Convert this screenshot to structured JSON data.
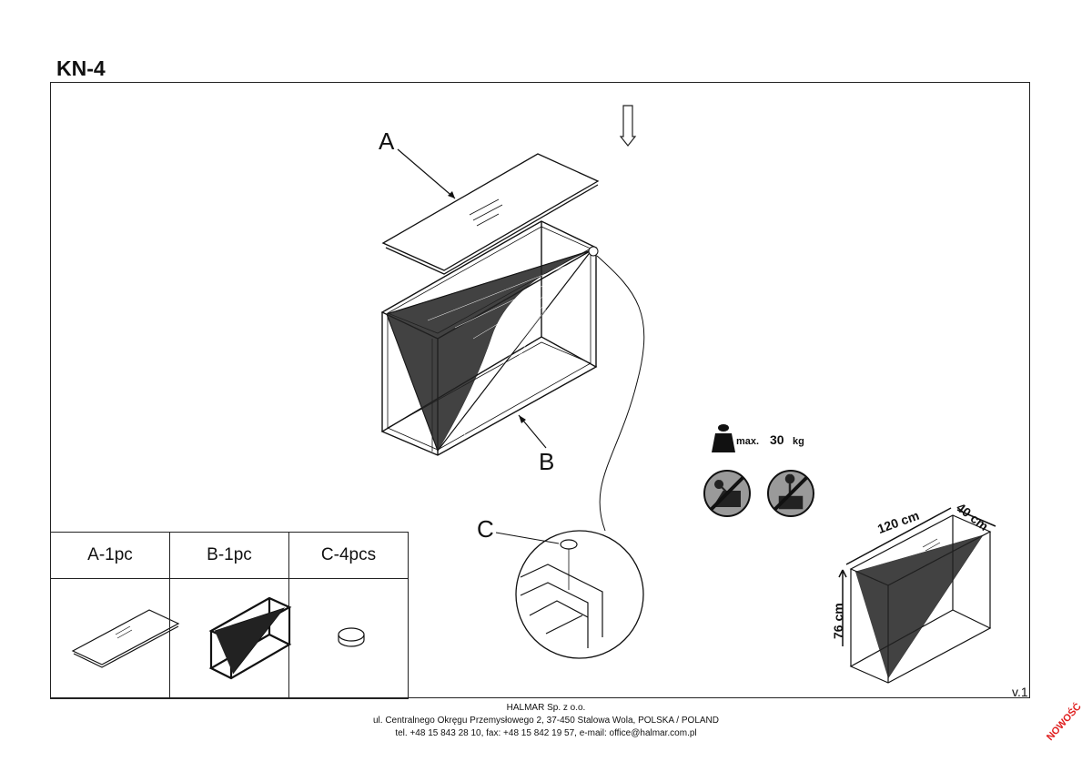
{
  "title": "KN-4",
  "labels": {
    "a": "A",
    "b": "B",
    "c": "C"
  },
  "load": {
    "prefix": "max.",
    "value": "30",
    "unit": "kg"
  },
  "parts": [
    {
      "label": "A-1pc",
      "icon": "glass-top-icon"
    },
    {
      "label": "B-1pc",
      "icon": "frame-icon"
    },
    {
      "label": "C-4pcs",
      "icon": "pad-icon"
    }
  ],
  "dimensions": {
    "width": "120 cm",
    "depth": "40 cm",
    "height": "76 cm"
  },
  "version": "v.1",
  "footer": {
    "company": "HALMAR Sp. z o.o.",
    "address": "ul. Centralnego Okręgu Przemysłowego 2, 37-450 Stalowa Wola, POLSKA / POLAND",
    "contact": "tel. +48 15 843 28 10, fax: +48 15 842 19 57, e-mail: office@halmar.com.pl"
  },
  "badge": "NOWOŚĆ",
  "colors": {
    "line": "#111111",
    "badge": "#e02020",
    "warning_fill": "#9a9a9a"
  }
}
